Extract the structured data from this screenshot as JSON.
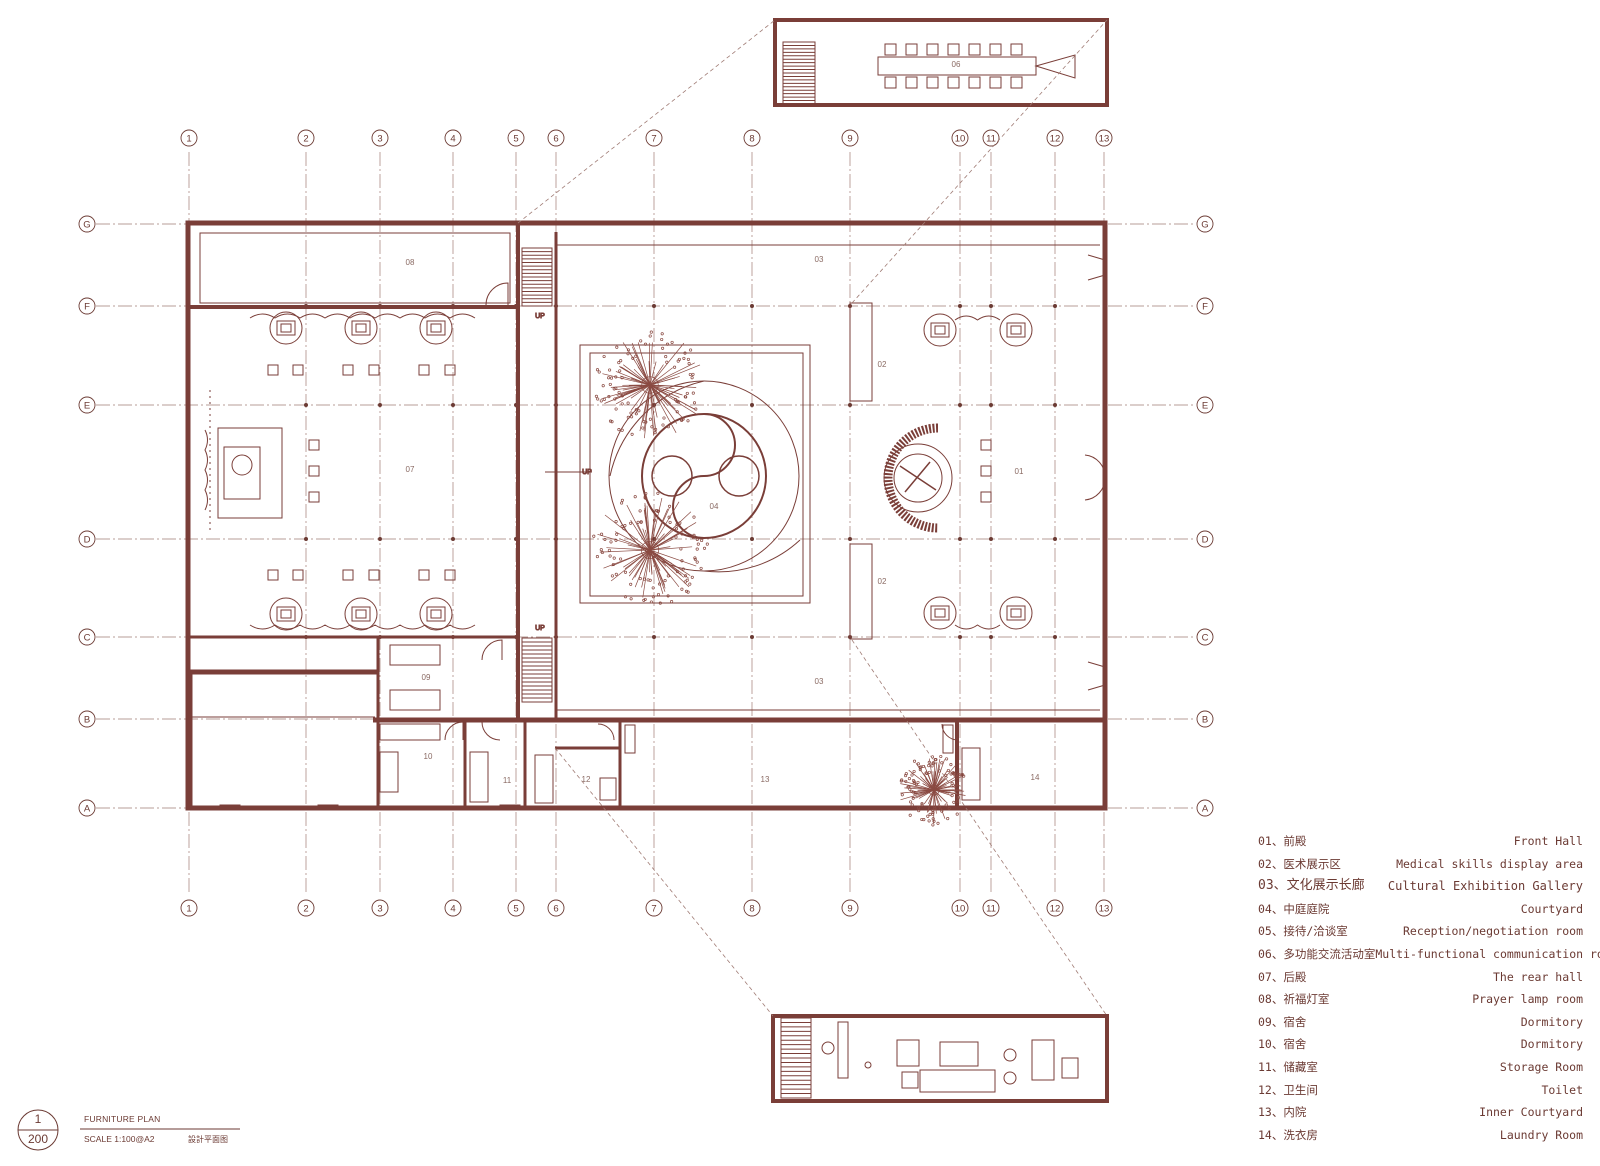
{
  "colors": {
    "ink": "#6b3a33",
    "wall": "#7a3e38",
    "grid": "#a07c75",
    "tree": "#8a4a42"
  },
  "axes": {
    "columns": [
      "1",
      "2",
      "3",
      "4",
      "5",
      "6",
      "7",
      "8",
      "9",
      "10",
      "11",
      "12",
      "13"
    ],
    "rows": [
      "G",
      "F",
      "E",
      "D",
      "C",
      "B",
      "A"
    ]
  },
  "rooms": [
    {
      "label": "08"
    },
    {
      "label": "03"
    },
    {
      "label": "03"
    },
    {
      "label": "07"
    },
    {
      "label": "04"
    },
    {
      "label": "02"
    },
    {
      "label": "02"
    },
    {
      "label": "01"
    },
    {
      "label": "09"
    },
    {
      "label": "10"
    },
    {
      "label": "11"
    },
    {
      "label": "12"
    },
    {
      "label": "13"
    },
    {
      "label": "14"
    },
    {
      "label": "06"
    }
  ],
  "stairs": [
    {
      "label": "UP"
    },
    {
      "label": "UP"
    },
    {
      "label": "UP"
    }
  ],
  "legend": [
    {
      "cn": "01、前殿",
      "en": "Front Hall"
    },
    {
      "cn": "02、医术展示区",
      "en": "Medical skills display area"
    },
    {
      "cn": "03、文化展示长廊",
      "en": "Cultural Exhibition Gallery"
    },
    {
      "cn": "04、中庭庭院",
      "en": "Courtyard"
    },
    {
      "cn": "05、接待/洽谈室",
      "en": "Reception/negotiation room"
    },
    {
      "cn": "06、多功能交流活动室",
      "en": "Multi-functional communication room"
    },
    {
      "cn": "07、后殿",
      "en": "The rear hall"
    },
    {
      "cn": "08、祈福灯室",
      "en": "Prayer lamp room"
    },
    {
      "cn": "09、宿舍",
      "en": "Dormitory"
    },
    {
      "cn": "10、宿舍",
      "en": "Dormitory"
    },
    {
      "cn": "11、储藏室",
      "en": "Storage Room"
    },
    {
      "cn": "12、卫生间",
      "en": "Toilet"
    },
    {
      "cn": "13、内院",
      "en": "Inner Courtyard"
    },
    {
      "cn": "14、洗衣房",
      "en": "Laundry Room"
    }
  ],
  "title_block": {
    "number": "1",
    "scale_den": "200",
    "title": "FURNITURE PLAN",
    "subtitle": "SCALE 1:100@A2",
    "subtitle_cn": "設計平面图"
  }
}
